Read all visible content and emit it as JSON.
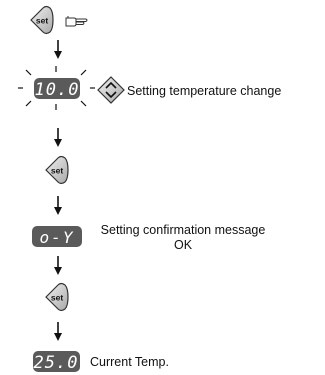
{
  "steps": {
    "set_key_label": "set",
    "display_setpoint": "10.0",
    "setpoint_caption": "Setting temperature change",
    "display_confirm": "o-Y",
    "confirm_caption": "Setting confirmation message",
    "confirm_ok": "OK",
    "display_current": "25.0",
    "current_caption": "Current Temp."
  },
  "icons": {
    "press": "pointing-hand-icon",
    "adjust": "up-down-arrows-icon",
    "blink": "blink-rays-icon",
    "flow": "down-arrow-icon"
  },
  "colors": {
    "display_bg": "#5a5a5a",
    "display_text": "#ffffff",
    "key_fill": "#d6d6d6",
    "line": "#111111"
  }
}
